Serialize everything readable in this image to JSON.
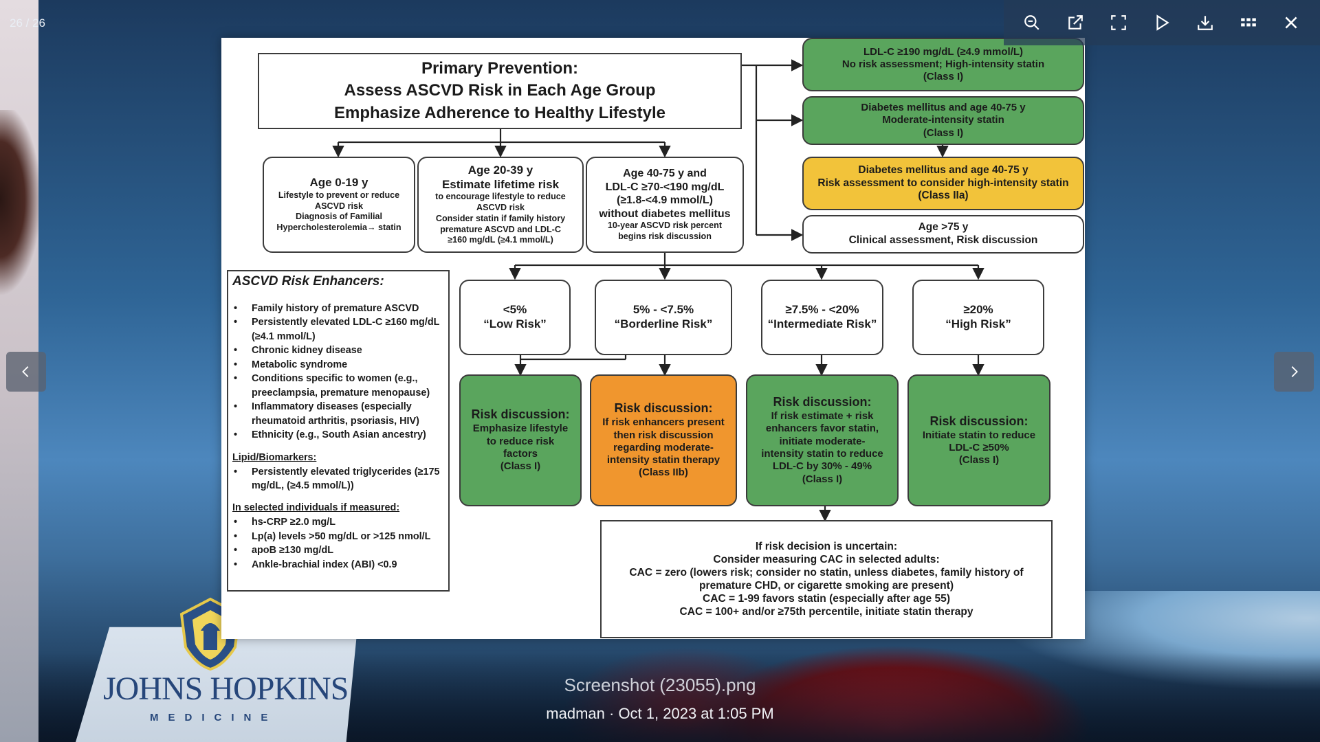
{
  "viewer": {
    "counter": "26 / 26",
    "file_name": "Screenshot (23055).png",
    "meta": "madman · Oct 1, 2023 at 1:05 PM",
    "toolbar_icons": [
      "zoom-out-icon",
      "open-external-icon",
      "fullscreen-icon",
      "play-icon",
      "download-icon",
      "grid-icon",
      "close-icon"
    ]
  },
  "logo": {
    "name": "JOHNS HOPKINS",
    "sub": "MEDICINE"
  },
  "slide": {
    "title": {
      "l1": "Primary Prevention:",
      "l2": "Assess ASCVD Risk in Each Age Group",
      "l3": "Emphasize Adherence to Healthy Lifestyle"
    },
    "age_groups": [
      {
        "h": "Age 0-19 y",
        "lines": [
          "Lifestyle to prevent or reduce",
          "ASCVD risk",
          "Diagnosis of Familial",
          "Hypercholesterolemia→ statin"
        ]
      },
      {
        "h": "Age 20-39 y",
        "h2": "Estimate lifetime risk",
        "lines": [
          "to encourage lifestyle to reduce",
          "ASCVD risk",
          "Consider statin if family history",
          "premature ASCVD and LDL-C",
          "≥160 mg/dL (≥4.1 mmol/L)"
        ]
      },
      {
        "h": "Age 40-75 y and",
        "h2": "LDL-C ≥70-<190 mg/dL",
        "h3": "(≥1.8-<4.9 mmol/L)",
        "h4": "without diabetes mellitus",
        "lines": [
          "10-year ASCVD risk percent",
          "begins risk discussion"
        ]
      }
    ],
    "right_boxes": [
      {
        "l1": "LDL-C ≥190 mg/dL (≥4.9 mmol/L)",
        "l2": "No risk assessment; High-intensity statin",
        "l3": "(Class I)"
      },
      {
        "l1": "Diabetes mellitus and age 40-75 y",
        "l2": "Moderate-intensity statin",
        "l3": "(Class I)"
      },
      {
        "l1": "Diabetes mellitus and age 40-75 y",
        "l2": "Risk assessment to consider high-intensity statin",
        "l3": "(Class IIa)"
      },
      {
        "l1": "Age >75 y",
        "l2": "Clinical assessment, Risk discussion"
      }
    ],
    "risk_levels": [
      {
        "pct": "<5%",
        "label": "“Low Risk”"
      },
      {
        "pct": "5% - <7.5%",
        "label": "“Borderline Risk”"
      },
      {
        "pct": "≥7.5% - <20%",
        "label": "“Intermediate Risk”"
      },
      {
        "pct": "≥20%",
        "label": "“High Risk”"
      }
    ],
    "discussions": [
      {
        "h": "Risk discussion:",
        "lines": [
          "Emphasize lifestyle",
          "to reduce risk",
          "factors",
          "(Class I)"
        ]
      },
      {
        "h": "Risk discussion:",
        "lines": [
          "If risk enhancers present",
          "then risk discussion",
          "regarding moderate-",
          "intensity statin therapy",
          "(Class IIb)"
        ]
      },
      {
        "h": "Risk discussion:",
        "lines": [
          "If risk estimate + risk",
          "enhancers favor statin,",
          "initiate moderate-",
          "intensity statin to reduce",
          "LDL-C by 30% - 49%",
          "(Class I)"
        ]
      },
      {
        "h": "Risk discussion:",
        "lines": [
          "Initiate statin to reduce",
          "LDL-C ≥50%",
          "(Class I)"
        ]
      }
    ],
    "enhancers": {
      "title": "ASCVD Risk Enhancers:",
      "items": [
        "Family history of premature ASCVD",
        "Persistently elevated LDL-C ≥160 mg/dL (≥4.1 mmol/L)",
        "Chronic kidney disease",
        "Metabolic syndrome",
        "Conditions specific to women (e.g., preeclampsia, premature menopause)",
        "Inflammatory diseases (especially rheumatoid arthritis, psoriasis, HIV)",
        "Ethnicity (e.g., South Asian ancestry)"
      ],
      "lipid_title": "Lipid/Biomarkers:",
      "lipid_items": [
        "Persistently elevated triglycerides (≥175 mg/dL, (≥4.5 mmol/L))"
      ],
      "selected_title": "In selected individuals if measured:",
      "selected_items": [
        "hs-CRP ≥2.0 mg/L",
        "Lp(a) levels >50 mg/dL or >125 nmol/L",
        "apoB ≥130 mg/dL",
        "Ankle-brachial index (ABI) <0.9"
      ]
    },
    "cac": {
      "lines": [
        "If risk decision is uncertain:",
        "Consider measuring CAC in selected adults:",
        "CAC = zero (lowers risk; consider no statin, unless diabetes, family history of",
        "premature CHD, or cigarette smoking are present)",
        "CAC = 1-99 favors statin (especially after age 55)",
        "CAC = 100+ and/or ≥75th percentile, initiate statin therapy"
      ]
    }
  }
}
